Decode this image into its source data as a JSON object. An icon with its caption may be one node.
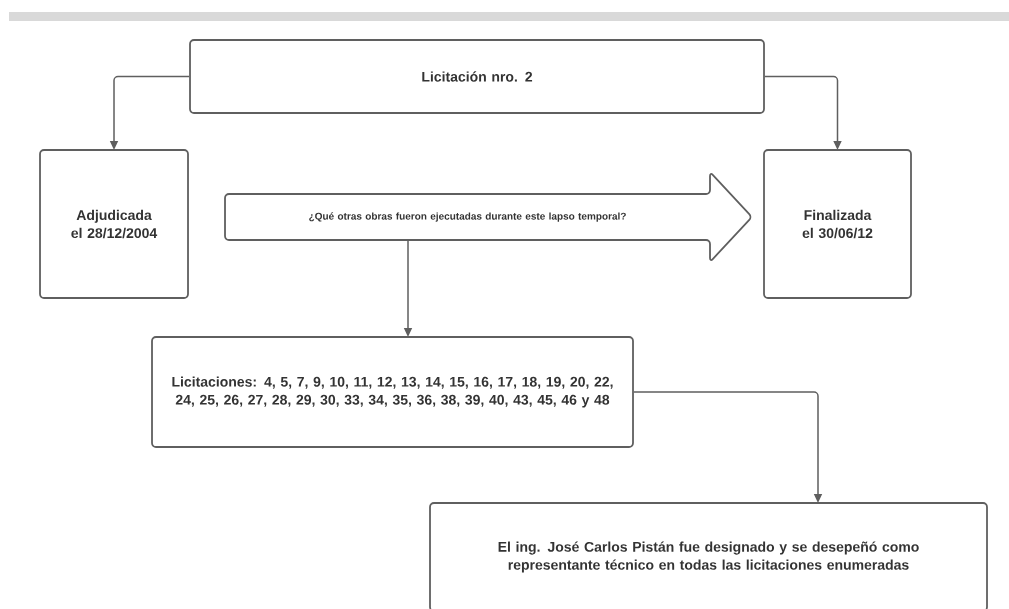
{
  "diagram": {
    "nodes": [
      {
        "text": [
          "Licitación nro. 2"
        ]
      },
      {
        "text": [
          "Adjudicada el 28/12/2004"
        ]
      },
      {
        "text": [
          "¿Qué otras obras fueron ejecutadas  durante  este lapso temporal?"
        ]
      },
      {
        "text": [
          "Finalizada el 30/06/12"
        ]
      },
      {
        "text": [
          "Licitaciones: 4, 5, 7, 9, 10, 11, 12, 13, 14, 15, 16, 17, 18, 19, 20, 22, 24, 25, 26, 27, 28, 29, 30, 33, 34, 35, 36, 38, 39, 40, 43, 45, 46 y 48"
        ]
      },
      {
        "text": [
          "El ing. José Carlos Pistán fue designado y se desepeñó como representante técnico en todas las licitaciones enumeradas"
        ]
      }
    ],
    "edges": [
      {
        "from": 0,
        "to": 1,
        "arrow": "to"
      },
      {
        "from": 0,
        "to": 3,
        "arrow": "to"
      },
      {
        "from": 2,
        "to": 4,
        "arrow": "to"
      },
      {
        "from": 4,
        "to": 5,
        "arrow": "to"
      }
    ]
  }
}
